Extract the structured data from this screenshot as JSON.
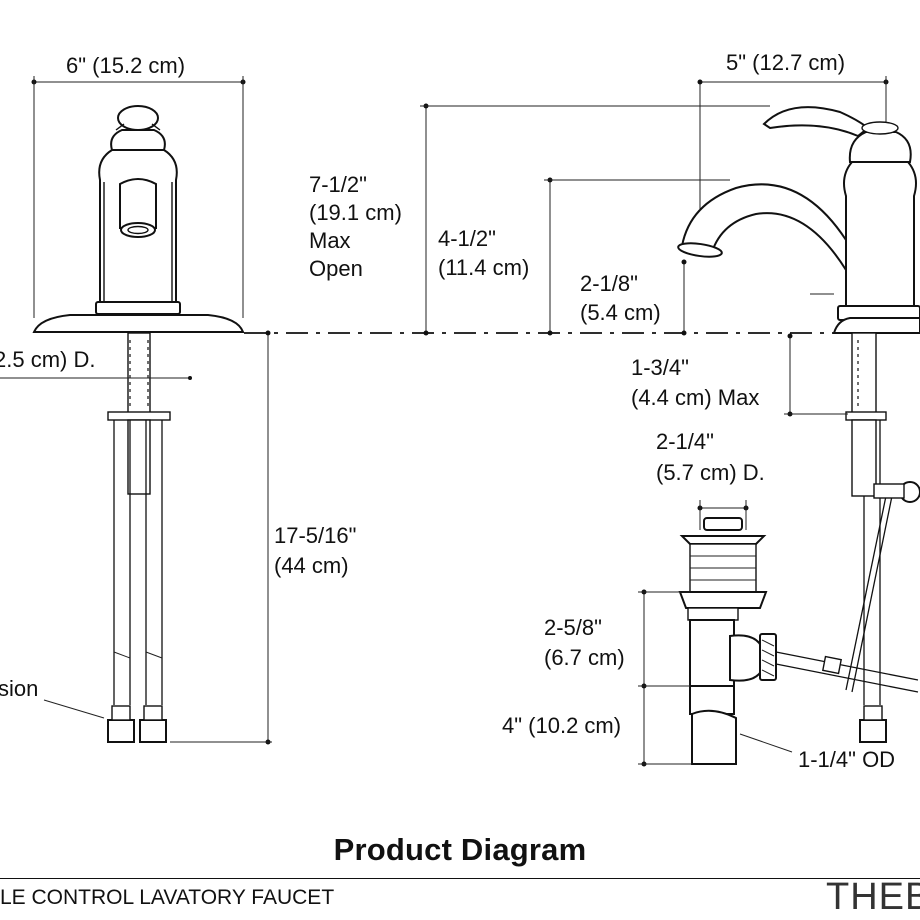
{
  "labels": {
    "width_left": "6\" (15.2 cm)",
    "width_right": "5\" (12.7 cm)",
    "height_max_l1": "7-1/2\"",
    "height_max_l2": "(19.1 cm)",
    "height_max_l3": "Max",
    "height_max_l4": "Open",
    "spout_height_l1": "4-1/2\"",
    "spout_height_l2": "(11.4 cm)",
    "aerator_l1": "2-1/8\"",
    "aerator_l2": "(5.4 cm)",
    "hole_dia": "2.5 cm) D.",
    "deck_max_l1": "1-3/4\"",
    "deck_max_l2": "(4.4 cm) Max",
    "supply_l1": "17-5/16\"",
    "supply_l2": "(44 cm)",
    "drain_dia_l1": "2-1/4\"",
    "drain_dia_l2": "(5.7 cm) D.",
    "drain_body_l1": "2-5/8\"",
    "drain_body_l2": "(6.7 cm)",
    "tail": "4\" (10.2 cm)",
    "od": "1-1/4\" OD",
    "connection": "sion"
  },
  "title": "Product Diagram",
  "footer": "LE CONTROL LAVATORY FAUCET",
  "brand": "THEB"
}
